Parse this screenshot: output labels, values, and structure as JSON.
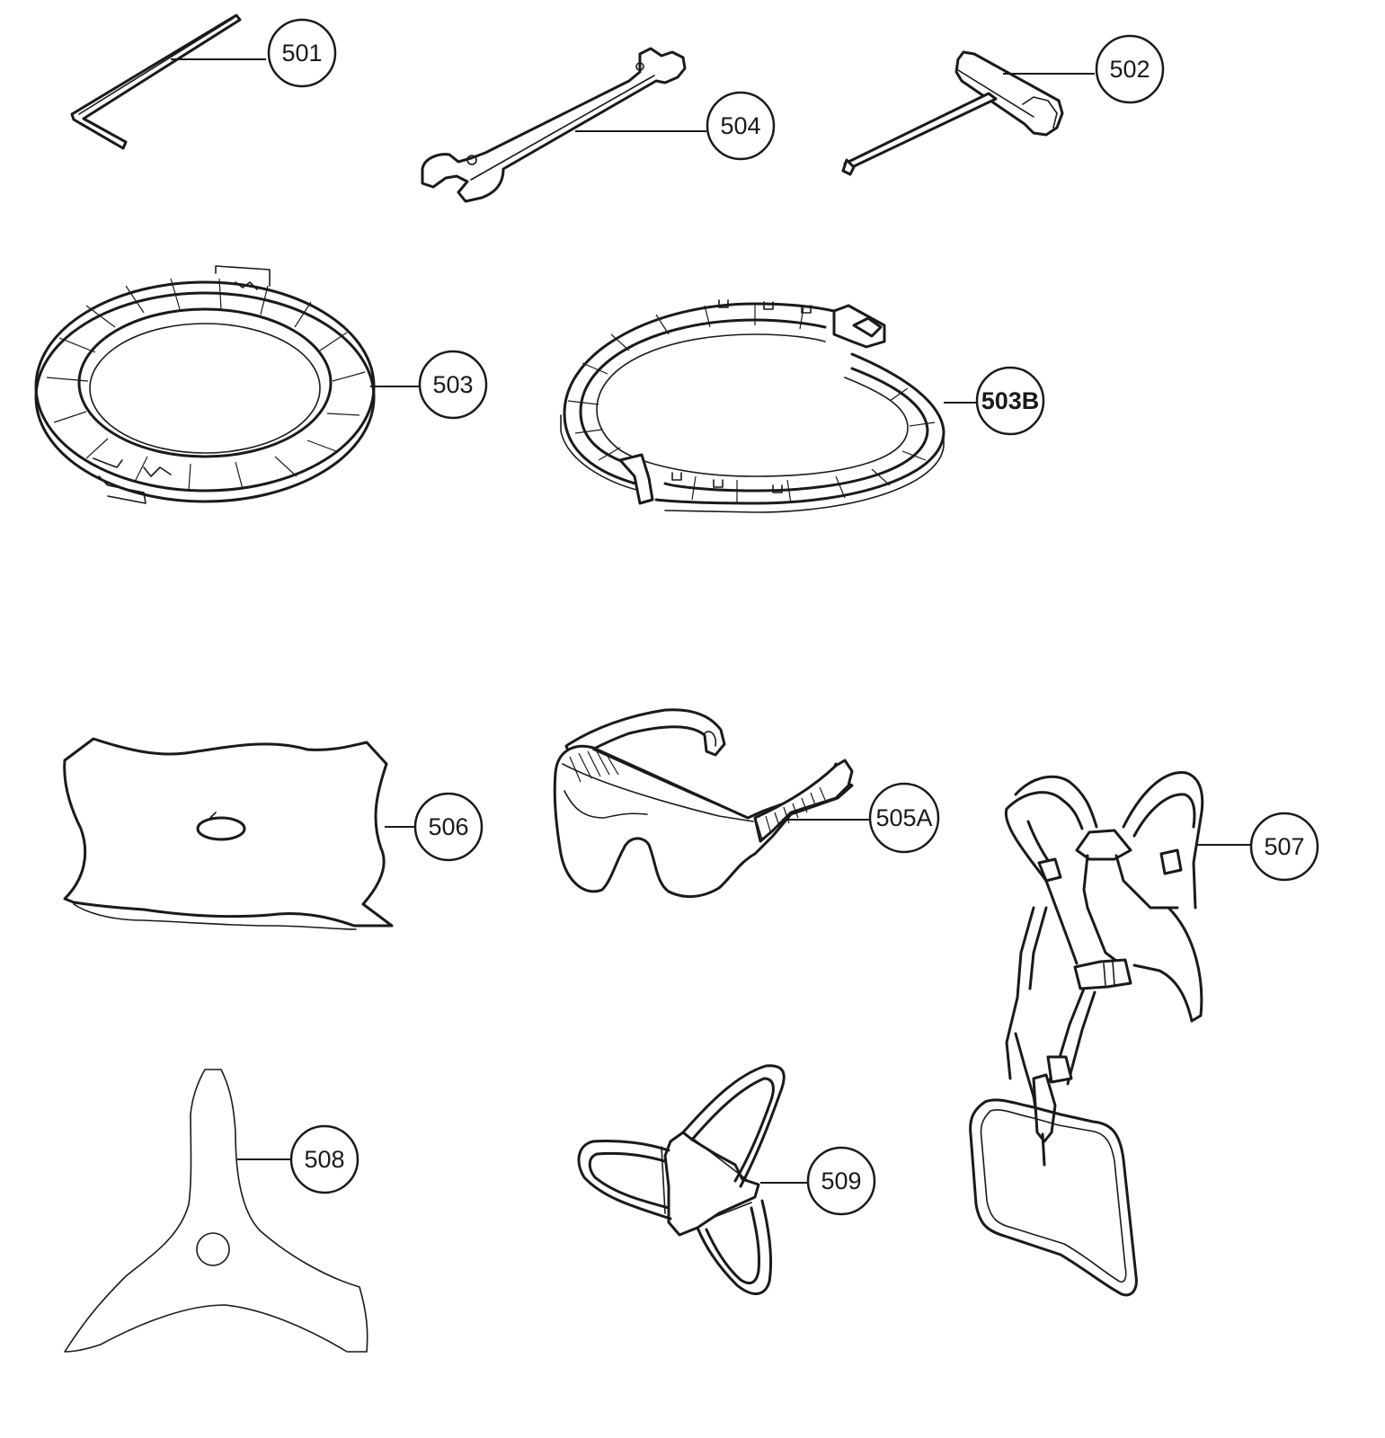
{
  "callouts": {
    "p501": "501",
    "p502": "502",
    "p503": "503",
    "p503b": "503B",
    "p504": "504",
    "p505a": "505A",
    "p506": "506",
    "p507": "507",
    "p508": "508",
    "p509": "509"
  },
  "colors": {
    "line": "#1a1a1a",
    "background": "#ffffff"
  }
}
